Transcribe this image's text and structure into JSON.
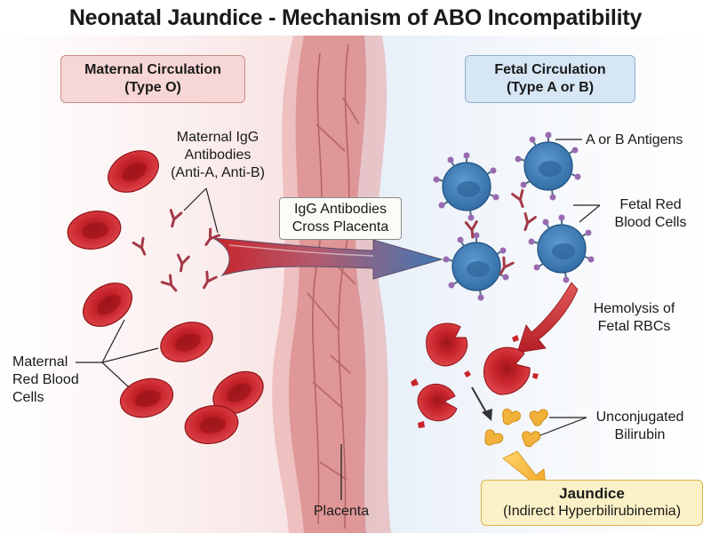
{
  "title": "Neonatal Jaundice - Mechanism of ABO Incompatibility",
  "maternal": {
    "line1": "Maternal Circulation",
    "line2": "(Type O)"
  },
  "fetal": {
    "line1": "Fetal Circulation",
    "line2": "(Type A or B)"
  },
  "labels": {
    "antibodies": [
      "Maternal IgG",
      "Antibodies",
      "(Anti-A, Anti-B)"
    ],
    "cross": [
      "IgG Antibodies",
      "Cross Placenta"
    ],
    "antigens": "A or B Antigens",
    "fetal_rbc": [
      "Fetal Red",
      "Blood Cells"
    ],
    "hemolysis": [
      "Hemolysis of",
      "Fetal RBCs"
    ],
    "maternal_rbc": [
      "Maternal",
      "Red Blood",
      "Cells"
    ],
    "bilirubin": [
      "Unconjugated",
      "Bilirubin"
    ],
    "placenta": "Placenta"
  },
  "jaundice": {
    "title": "Jaundice",
    "subtitle": "(Indirect Hyperbilirubinemia)"
  },
  "colors": {
    "rbc": "#c8242b",
    "rbc_dark": "#8e1317",
    "antibody": "#a33a48",
    "fetal_cell": "#3f7fb8",
    "antigen": "#9a6ab0",
    "bilirubin": "#f0b23a",
    "placenta": "#d9898a"
  }
}
